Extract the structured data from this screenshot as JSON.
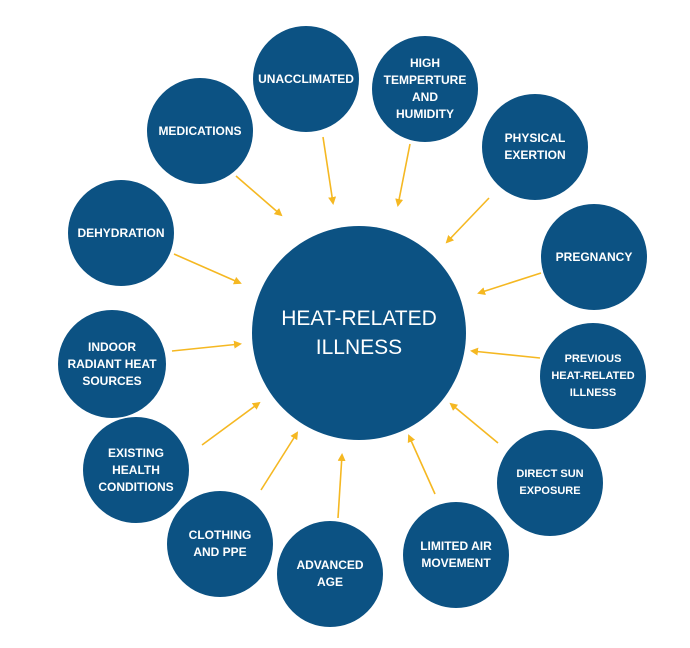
{
  "diagram": {
    "center_label": "HEAT-RELATED\nILLNESS",
    "factors": [
      "UNACCLIMATED",
      "HIGH\nTEMPERTURE\nAND\nHUMIDITY",
      "PHYSICAL\nEXERTION",
      "PREGNANCY",
      "PREVIOUS\nHEAT-RELATED\nILLNESS",
      "DIRECT SUN\nEXPOSURE",
      "LIMITED AIR\nMOVEMENT",
      "ADVANCED\nAGE",
      "CLOTHING\nAND PPE",
      "EXISTING\nHEALTH\nCONDITIONS",
      "INDOOR\nRADIANT HEAT\nSOURCES",
      "DEHYDRATION",
      "MEDICATIONS"
    ]
  },
  "colors": {
    "circle_fill": "#0c5283",
    "arrow": "#f5b822",
    "text": "#ffffff"
  }
}
